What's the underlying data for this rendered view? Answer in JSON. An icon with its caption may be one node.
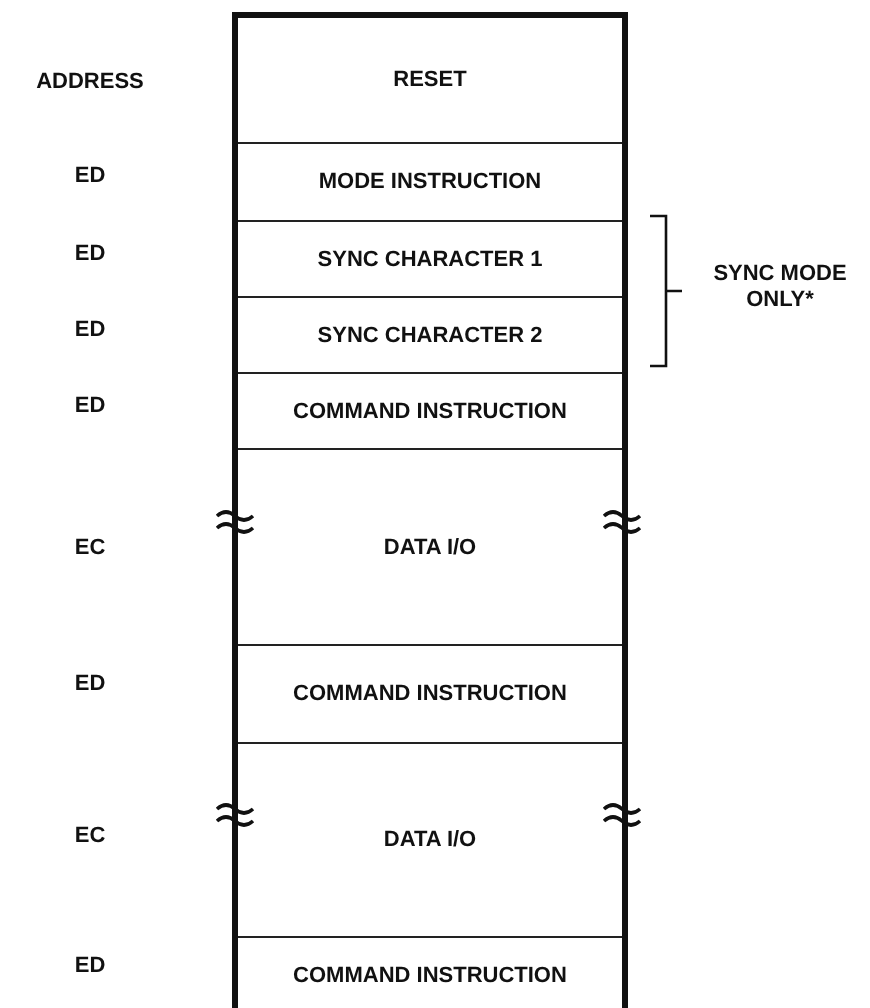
{
  "diagram": {
    "nodes": [
      {
        "text": [
          "RESET"
        ]
      },
      {
        "text": [
          "MODE INSTRUCTION"
        ]
      },
      {
        "text": [
          "SYNC CHARACTER 1"
        ]
      },
      {
        "text": [
          "SYNC CHARACTER 2"
        ]
      },
      {
        "text": [
          "COMMAND INSTRUCTION"
        ]
      },
      {
        "text": [
          "DATA I/O"
        ]
      },
      {
        "text": [
          "COMMAND INSTRUCTION"
        ]
      },
      {
        "text": [
          "DATA I/O"
        ]
      },
      {
        "text": [
          "COMMAND INSTRUCTION"
        ]
      }
    ],
    "edges": [],
    "labels": [
      "ADDRESS",
      "ED",
      "ED",
      "ED",
      "ED",
      "EC",
      "ED",
      "EC",
      "ED",
      "SYNC MODE ONLY*"
    ]
  }
}
